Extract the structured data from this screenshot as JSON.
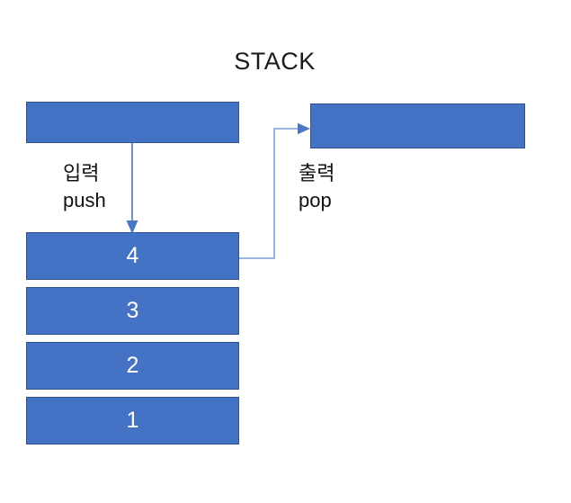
{
  "diagram": {
    "title": "STACK",
    "background_color": "#FFFFFF",
    "box_fill_color": "#4472C4",
    "box_border_color": "#2F528F",
    "box_text_color": "#FFFFFF",
    "arrow_color": "#4A78C2",
    "label_text_color": "#111111",
    "input_box": {
      "label": "",
      "name": "input-container"
    },
    "output_box": {
      "label": "",
      "name": "output-container"
    },
    "push_arrow": {
      "line1": "입력",
      "line2": "push",
      "direction": "down"
    },
    "pop_arrow": {
      "line1": "출력",
      "line2": "pop",
      "direction": "right-up"
    },
    "stack_cells": [
      {
        "value": "4"
      },
      {
        "value": "3"
      },
      {
        "value": "2"
      },
      {
        "value": "1"
      }
    ]
  }
}
